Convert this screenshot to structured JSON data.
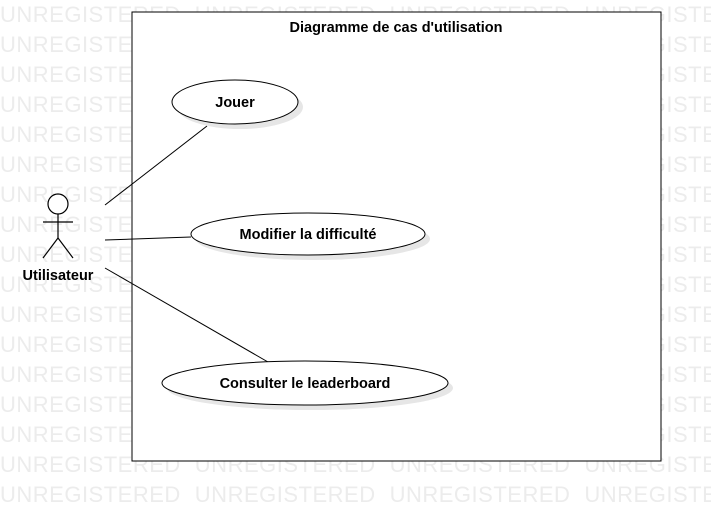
{
  "watermark": {
    "text": "UNREGISTERED"
  },
  "system": {
    "title": "Diagramme de cas d'utilisation"
  },
  "actor": {
    "name": "Utilisateur"
  },
  "use_cases": [
    {
      "label": "Jouer"
    },
    {
      "label": "Modifier la difficulté"
    },
    {
      "label": "Consulter le leaderboard"
    }
  ],
  "colors": {
    "line": "#000000",
    "background": "#ffffff",
    "shadow": "#e6e6e6",
    "watermark": "#ececec"
  }
}
